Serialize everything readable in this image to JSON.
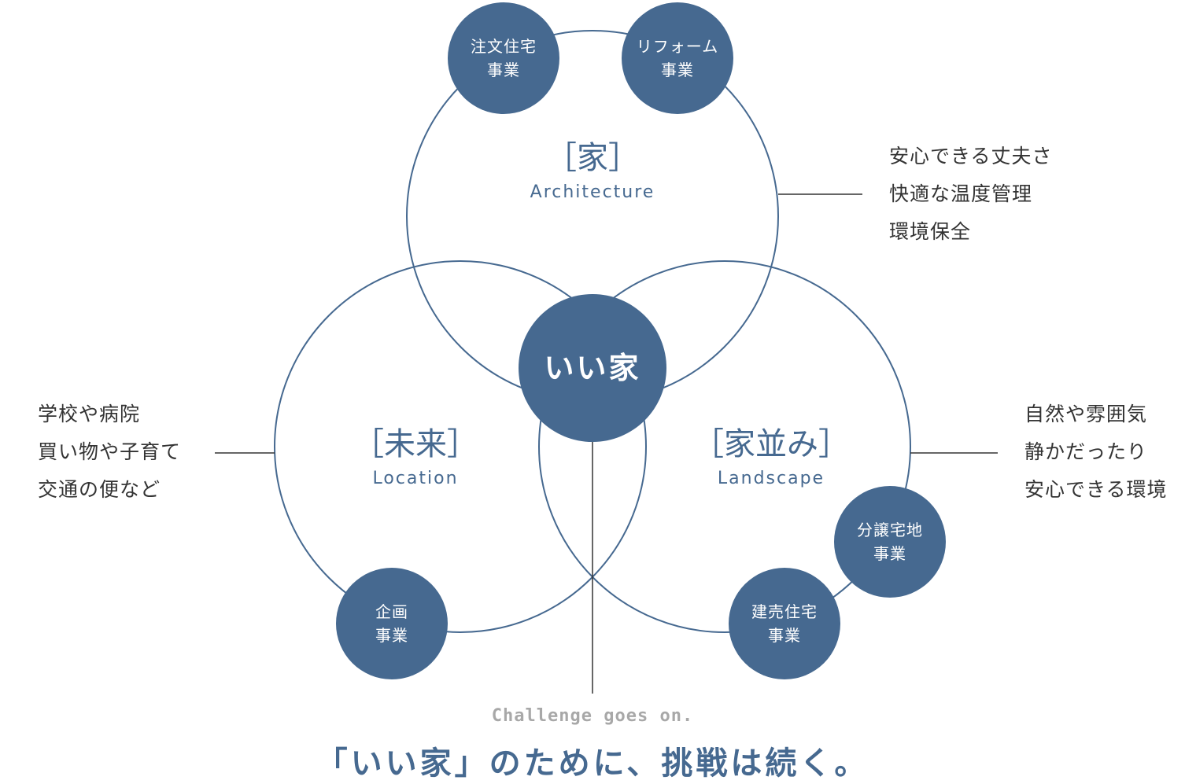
{
  "colors": {
    "primary": "#466990",
    "text": "#333333",
    "muted": "#a8a8a8",
    "background": "#ffffff"
  },
  "regions": {
    "architecture": {
      "title": "［家］",
      "subtitle": "Architecture"
    },
    "location": {
      "title": "［未来］",
      "subtitle": "Location"
    },
    "landscape": {
      "title": "［家並み］",
      "subtitle": "Landscape"
    }
  },
  "center": {
    "label": "いい家"
  },
  "businesses": {
    "custom_home": [
      "注文住宅",
      "事業"
    ],
    "reform": [
      "リフォーム",
      "事業"
    ],
    "planning": [
      "企画",
      "事業"
    ],
    "residential_land": [
      "分譲宅地",
      "事業"
    ],
    "built_for_sale": [
      "建売住宅",
      "事業"
    ]
  },
  "features": {
    "architecture": [
      "安心できる丈夫さ",
      "快適な温度管理",
      "環境保全"
    ],
    "location": [
      "学校や病院",
      "買い物や子育て",
      "交通の便など"
    ],
    "landscape": [
      "自然や雰囲気",
      "静かだったり",
      "安心できる環境"
    ]
  },
  "tagline": {
    "en": "Challenge goes on.",
    "jp": "「いい家」のために、挑戦は続く。"
  }
}
